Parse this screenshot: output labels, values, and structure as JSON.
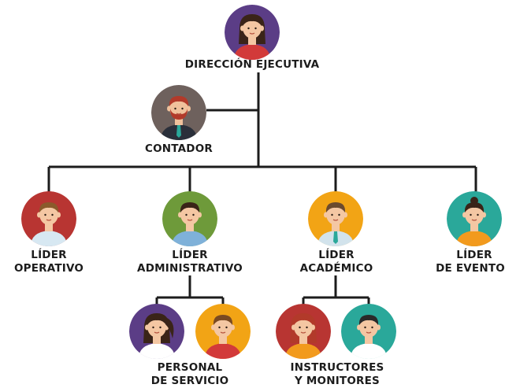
{
  "nodes": [
    {
      "id": "director",
      "lines": [
        "DIRECCIÓN EJECUTIVA"
      ],
      "bg": "#5b3d86",
      "skin": "#f4c7a3",
      "hair": "#3a2418",
      "shirt": "#d23a3a",
      "style": "woman"
    },
    {
      "id": "contador",
      "lines": [
        "CONTADOR"
      ],
      "bg": "#6e615d",
      "skin": "#f0c19c",
      "hair": "#b23a2a",
      "shirt": "#2a2f3a",
      "style": "man-beard"
    },
    {
      "id": "operativo",
      "lines": [
        "LÍDER",
        "OPERATIVO"
      ],
      "bg": "#b83532",
      "skin": "#f4c7a3",
      "hair": "#8a5a2b",
      "shirt": "#d7e8f2",
      "style": "man"
    },
    {
      "id": "administrativo",
      "lines": [
        "LÍDER",
        "ADMINISTRATIVO"
      ],
      "bg": "#6e9a3a",
      "skin": "#f4c7a3",
      "hair": "#3a2418",
      "shirt": "#7fb1d9",
      "style": "woman-short"
    },
    {
      "id": "academico",
      "lines": [
        "LÍDER",
        "ACADÉMICO"
      ],
      "bg": "#f2a415",
      "skin": "#f4c7a3",
      "hair": "#6b4a2e",
      "shirt": "#d2e3ec",
      "style": "man-tie"
    },
    {
      "id": "eventos",
      "lines": [
        "LÍDER",
        "DE EVENTOS"
      ],
      "bg": "#2aa89a",
      "skin": "#f4c7a3",
      "hair": "#3a2418",
      "shirt": "#f29a1d",
      "style": "woman-bun"
    },
    {
      "id": "servicio-a",
      "lines": [],
      "bg": "#5b3d86",
      "skin": "#f4c7a3",
      "hair": "#3a2418",
      "shirt": "#ffffff",
      "style": "woman-pony"
    },
    {
      "id": "servicio-b",
      "lines": [],
      "bg": "#f2a415",
      "skin": "#f4c7a3",
      "hair": "#7a4a22",
      "shirt": "#d23a3a",
      "style": "man"
    },
    {
      "id": "instructor-a",
      "lines": [],
      "bg": "#b83532",
      "skin": "#f4c7a3",
      "hair": "#b23a2a",
      "shirt": "#f29a1d",
      "style": "woman"
    },
    {
      "id": "instructor-b",
      "lines": [],
      "bg": "#2aa89a",
      "skin": "#f4c7a3",
      "hair": "#2a2a2a",
      "shirt": "#ffffff",
      "style": "man"
    }
  ],
  "groups": [
    {
      "id": "personal-servicio",
      "lines": [
        "PERSONAL",
        "DE SERVICIO"
      ]
    },
    {
      "id": "instructores-monitores",
      "lines": [
        "INSTRUCTORES",
        "Y MONITORES"
      ]
    }
  ]
}
